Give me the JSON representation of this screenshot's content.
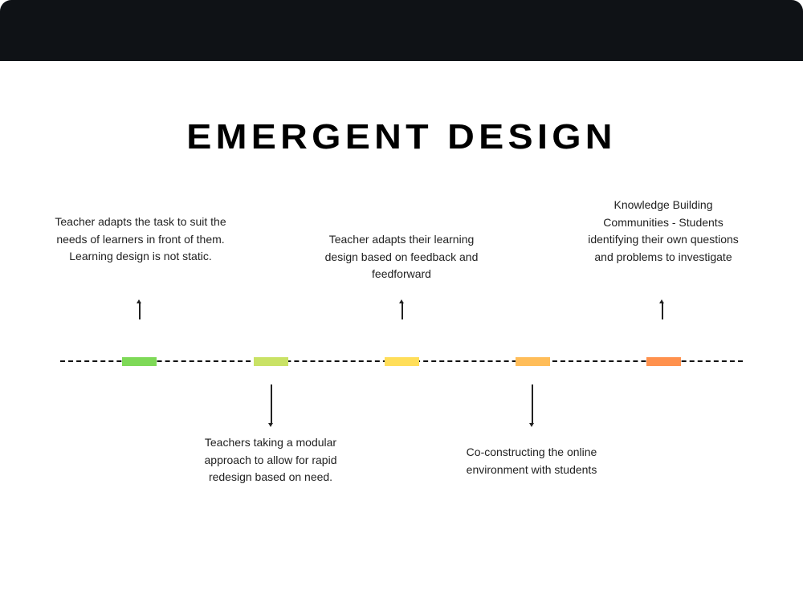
{
  "title": "EMERGENT DESIGN",
  "milestones": [
    {
      "text": "Teacher adapts the task to suit the needs of learners in front of them. Learning design is not static.",
      "color": "#7ed957",
      "direction": "up"
    },
    {
      "text": "Teachers taking a modular approach to allow for rapid redesign based on need.",
      "color": "#c9e265",
      "direction": "down"
    },
    {
      "text": "Teacher adapts their learning design based on feedback and feedforward",
      "color": "#ffde59",
      "direction": "up"
    },
    {
      "text": "Co-constructing the online environment with students",
      "color": "#ffbd59",
      "direction": "down"
    },
    {
      "text": "Knowledge Building Communities - Students identifying their own questions and problems to investigate",
      "color": "#ff914d",
      "direction": "up"
    }
  ]
}
